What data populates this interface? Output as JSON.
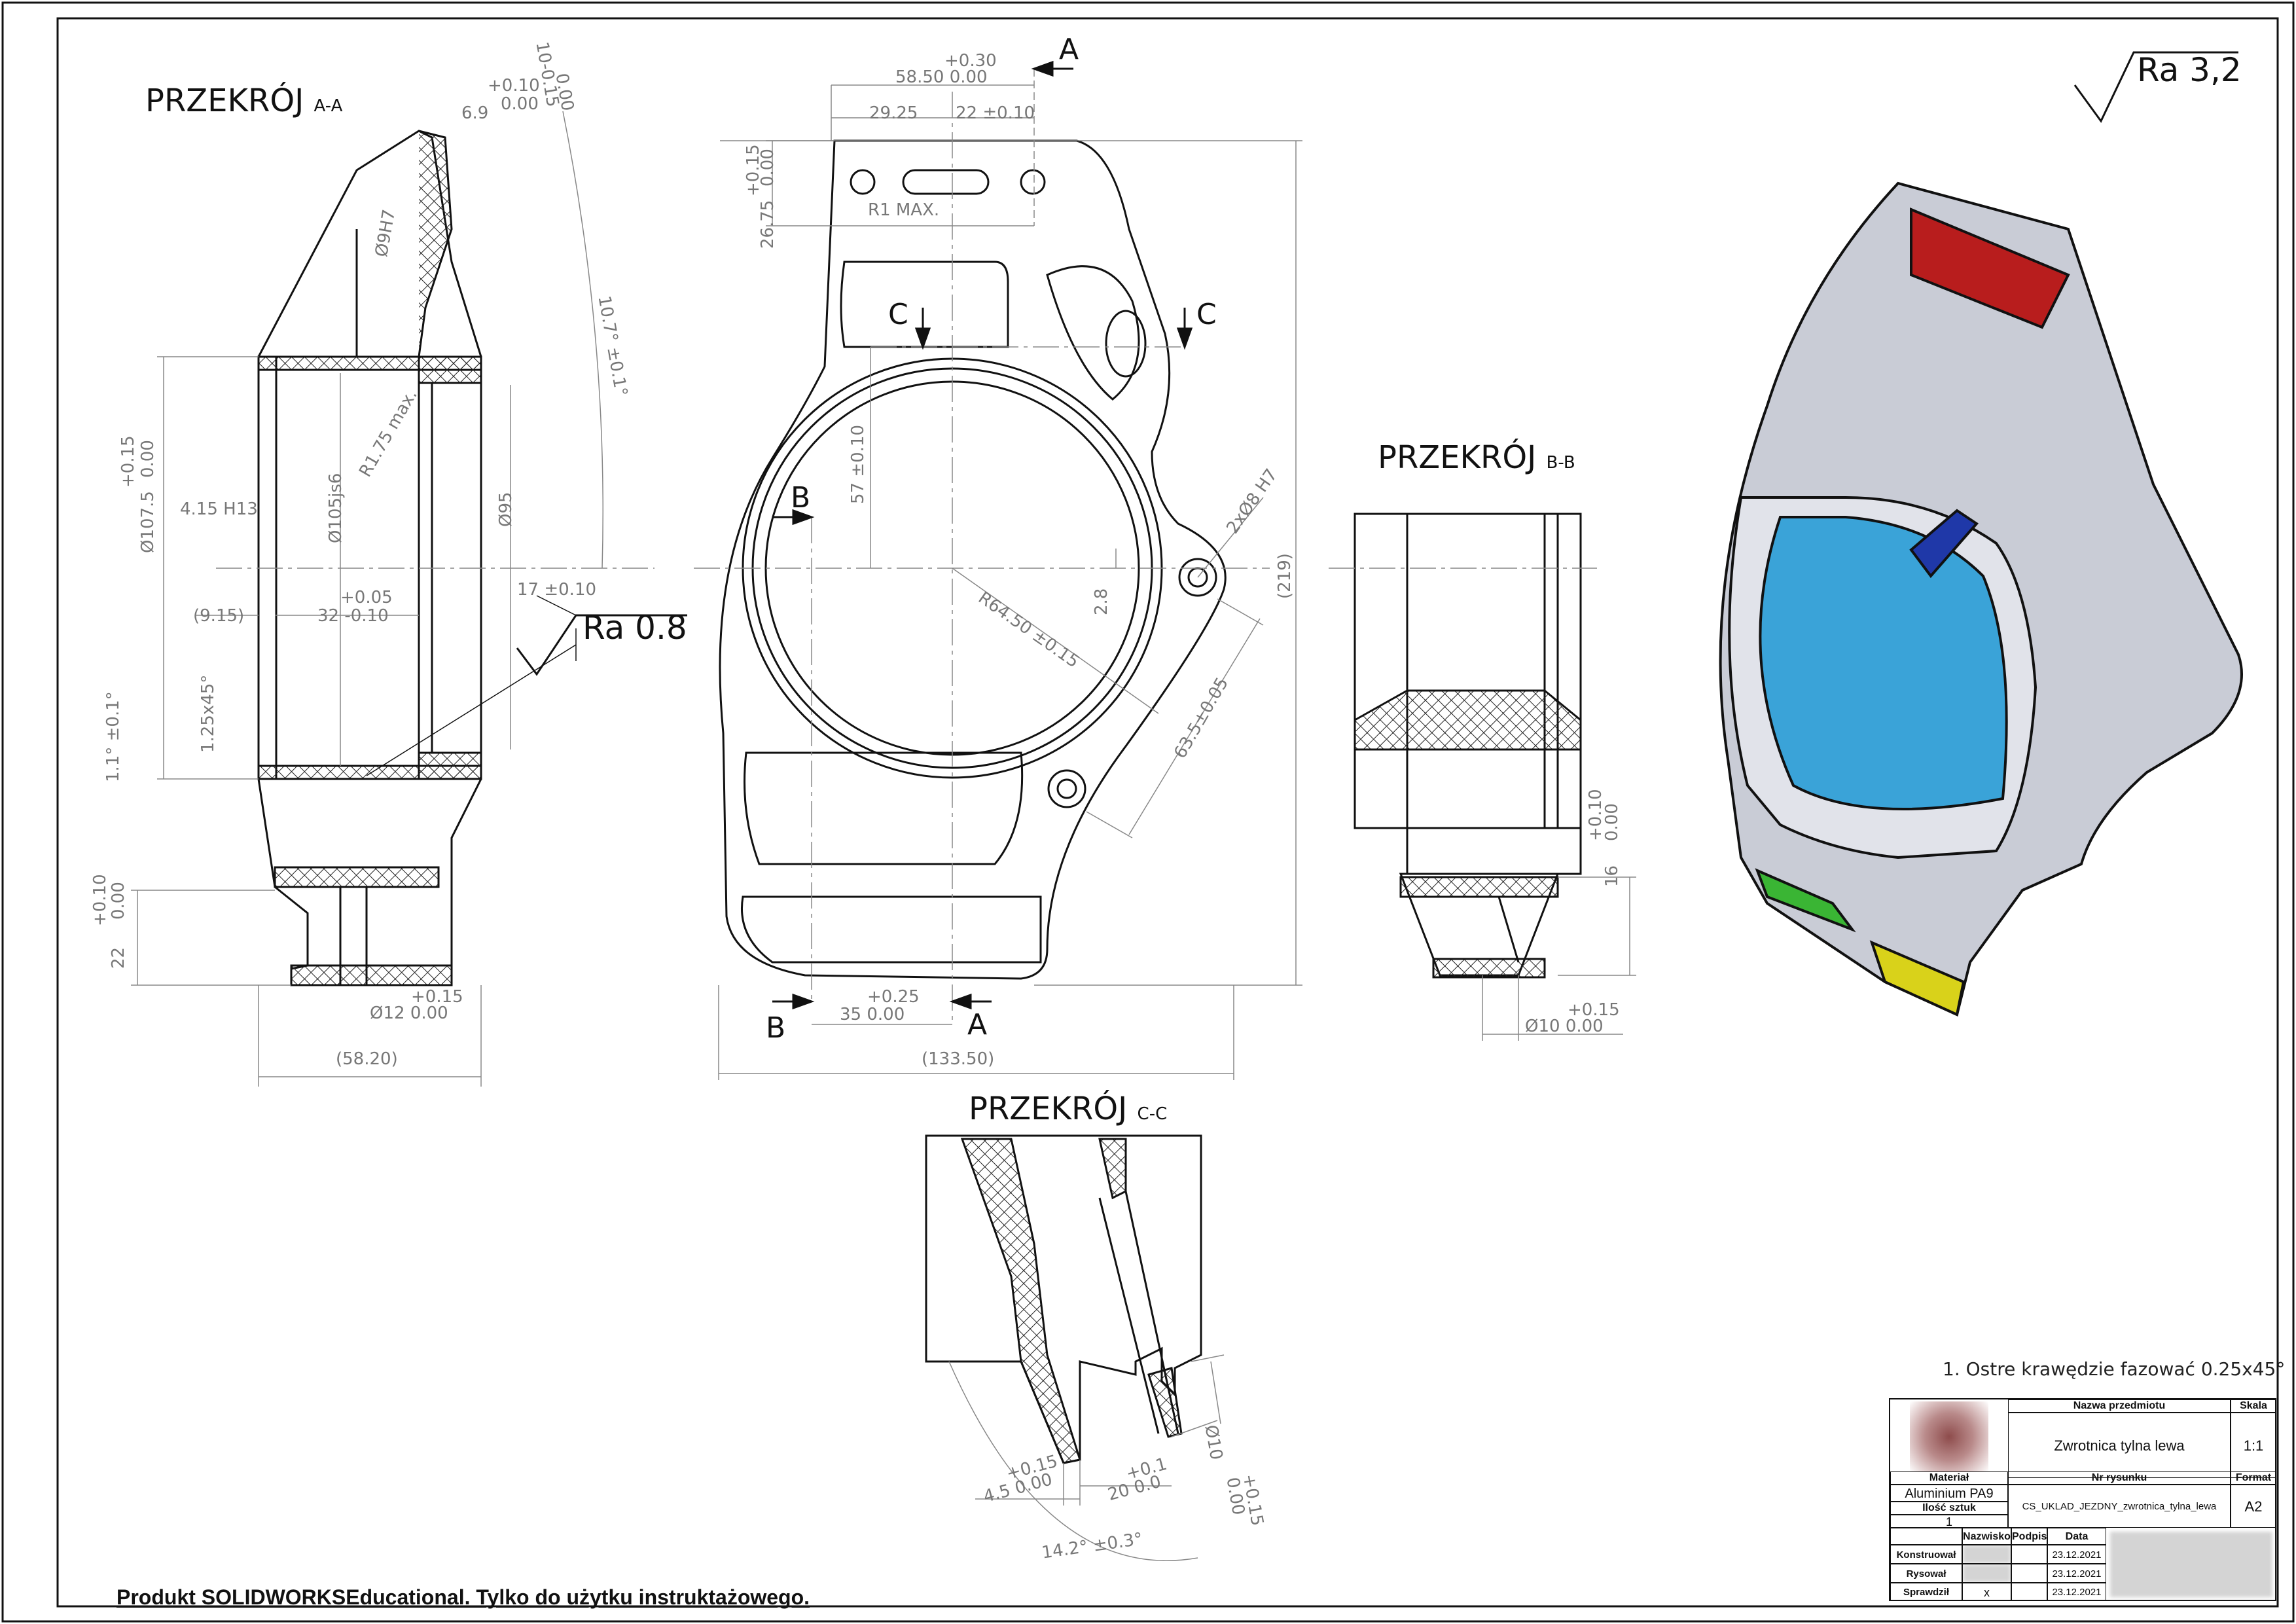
{
  "sections": {
    "a_a": {
      "title": "PRZEKRÓJ",
      "suffix": "A-A"
    },
    "b_b": {
      "title": "PRZEKRÓJ",
      "suffix": "B-B"
    },
    "c_c": {
      "title": "PRZEKRÓJ",
      "suffix": "C-C"
    }
  },
  "surface_finish": {
    "general": "Ra  3,2",
    "bore": "Ra  0.8"
  },
  "dimensions_aa": {
    "top_tol_plus": "+0.10",
    "top_tol_zero": "0.00",
    "top_base": "6.9",
    "angle_tol_a": "0.00",
    "angle_tol_b": "10-0.15",
    "hole": "Ø9H7",
    "angle": "10.7° ±0.1°",
    "radius": "R1.75 max.",
    "bore_inner": "Ø105js6",
    "bore_outer": "Ø95",
    "groove": "4.15 H13",
    "dia_tol_plus": "+0.15",
    "dia_tol_zero": "0.00",
    "dia": "Ø107.5",
    "ref_left": "(9.15)",
    "width_tol_plus": "+0.05",
    "width": "32 -0.10",
    "offset": "17 ±0.10",
    "chamfer": "1.25x45°",
    "angle_small": "1.1° ±0.1°",
    "bottom_tol_plus": "+0.10",
    "bottom_tol_zero": "0.00",
    "bottom": "22",
    "hole_tol_plus": "+0.15",
    "hole_bottom": "Ø12  0.00",
    "overall": "(58.20)"
  },
  "dimensions_main": {
    "width_tol_plus": "+0.30",
    "width": "58.50  0.00",
    "half_left": "29.25",
    "half_right": "22 ±0.10",
    "height_tol_plus": "+0.15",
    "height_tol_zero": "0.00",
    "height": "26.75",
    "radius_max": "R1 MAX.",
    "center_dist": "57 ±0.10",
    "bore_radius": "R64.50 ±0.15",
    "offset_small": "2.8",
    "hole_pair": "2xØ8 H7",
    "hole_dist": "63.5±0.05",
    "overall_height": "(219)",
    "bottom_tol_plus": "+0.25",
    "bottom": "35  0.00",
    "overall_width": "(133.50)"
  },
  "section_markers": {
    "a": "A",
    "b": "B",
    "c": "C"
  },
  "dimensions_bb": {
    "tol_plus": "+0.10",
    "tol_zero": "0.00",
    "height": "16",
    "hole_tol_plus": "+0.15",
    "hole": "Ø10  0.00"
  },
  "dimensions_cc": {
    "left_tol": "+0.15",
    "left": "4.5  0.00",
    "mid_tol": "+0.1",
    "mid": "20  0.0",
    "hole": "Ø10",
    "hole_tol_plus": "+0.15",
    "hole_tol_zero": "0.00",
    "angle": "14.2° ±0.3°"
  },
  "notes": {
    "chamfer_note": "1. Ostre krawędzie fazować 0.25x45°"
  },
  "footer": {
    "text": "Produkt SOLIDWORKSEducational. Tylko do użytku instruktażowego."
  },
  "title_block": {
    "part_name_header": "Nazwa przedmiotu",
    "part_name": "Zwrotnica tylna lewa",
    "scale_header": "Skala",
    "scale": "1:1",
    "material_header": "Materiał",
    "material": "Aluminium PA9",
    "quantity_header": "Ilość sztuk",
    "quantity": "1",
    "drawing_no_header": "Nr rysunku",
    "drawing_no": "CS_UKLAD_JEZDNY_zwrotnica_tylna_lewa",
    "format_header": "Format",
    "format": "A2",
    "name_col": "Nazwisko",
    "sign_col": "Podpis",
    "date_col": "Data",
    "rows": [
      {
        "role": "Konstruował",
        "sign": "",
        "date": "23.12.2021"
      },
      {
        "role": "Rysował",
        "sign": "",
        "date": "23.12.2021"
      },
      {
        "role": "Sprawdził",
        "sign": "x",
        "date": "23.12.2021"
      }
    ]
  },
  "colors": {
    "bore_blue": "#3aa3d8",
    "face_red": "#b81d1d",
    "face_navy": "#1f38a8",
    "face_green": "#3ab534",
    "face_yellow": "#d9d21a",
    "body_grey": "#c9ccd6"
  }
}
